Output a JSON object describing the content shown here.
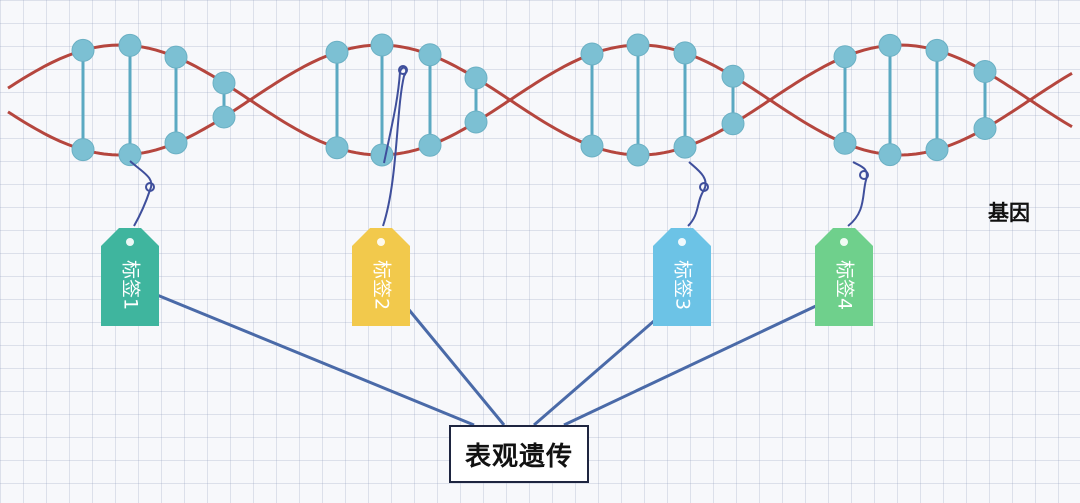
{
  "gene_label": "基因",
  "epigenetics_label": "表观遗传",
  "tags": [
    {
      "text": "标签1",
      "color": "#3fb59e"
    },
    {
      "text": "标签2",
      "color": "#f2c94c"
    },
    {
      "text": "标签3",
      "color": "#6cc3e6"
    },
    {
      "text": "标签4",
      "color": "#6fd08c"
    }
  ],
  "colors": {
    "backbone": "#b5463e",
    "rung": "#5ba9c2",
    "node": "#7cc0d3",
    "node_stroke": "#6bb0c4",
    "link": "#4a6aa8",
    "hook": "#3f4f9c"
  }
}
